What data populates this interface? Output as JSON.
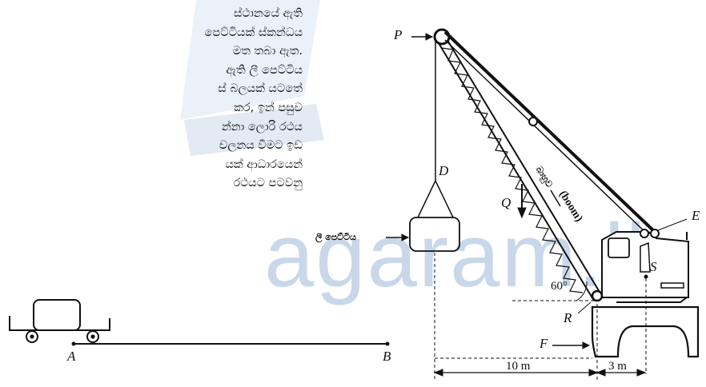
{
  "text_lines": [
    "ස්ථානයේ ඇති",
    "පෙට්ටියක් ස්කන්ධය",
    "මත තබා ඇත.",
    "ඇති ලී පෙට්ටිය",
    "ස් බලයක් යටතේ",
    "කර, ඉන් පසුව",
    "න්නා ලොරි රථය",
    "චලනය වීමට ඉඩ",
    "යක් ආධාරයෙන්",
    "රථයට පටවනු"
  ],
  "watermark": "agaram.lk",
  "labels": {
    "P": "P",
    "D": "D",
    "Q": "Q",
    "E": "E",
    "S": "S",
    "R": "R",
    "F": "F",
    "A": "A",
    "B": "B",
    "boom": "(boom)",
    "boom_si": "බාහුව",
    "box_si": "ලී පෙට්ටිය",
    "angle": "60°",
    "dist_left": "10 m",
    "dist_right": "3 m"
  }
}
